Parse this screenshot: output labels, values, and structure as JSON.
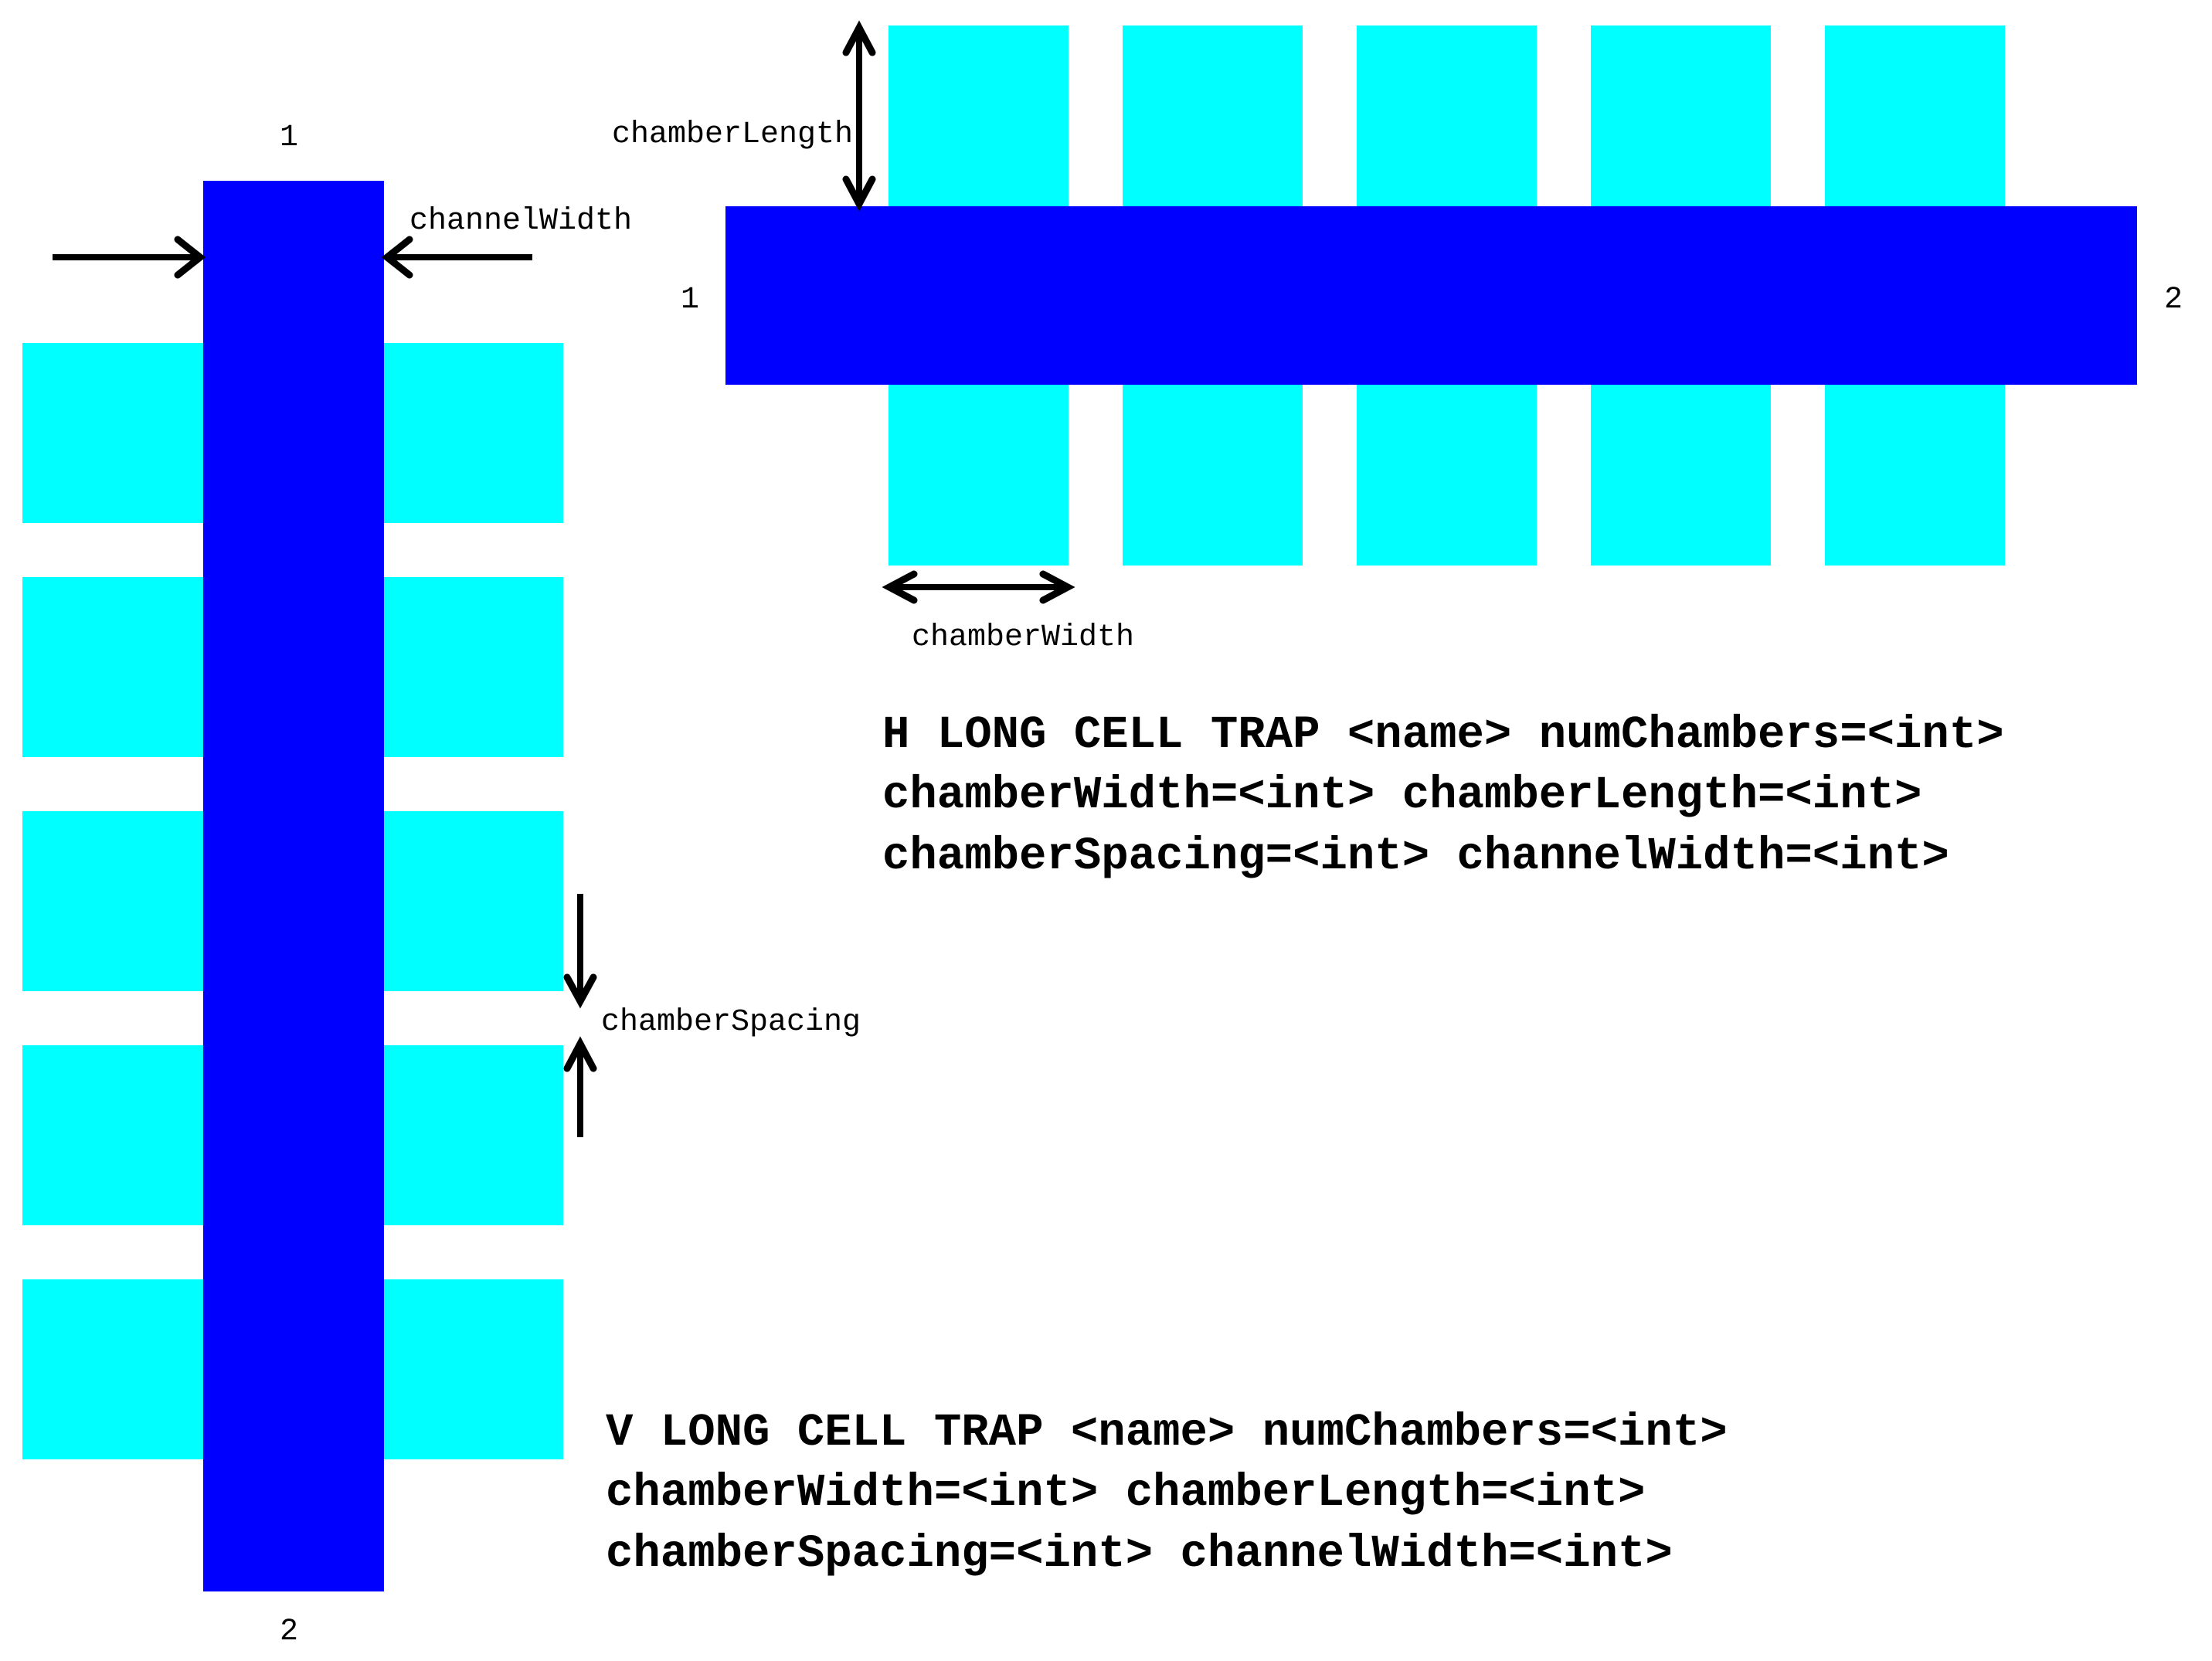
{
  "colors": {
    "channel": "#0000ff",
    "chamber": "#00ffff",
    "background": "#ffffff",
    "annotation": "#000000"
  },
  "vertical_trap": {
    "port_top": "1",
    "port_bottom": "2",
    "num_chambers_per_side": 5,
    "dimension_labels": {
      "channel_width": "channelWidth",
      "chamber_spacing": "chamberSpacing"
    },
    "command_lines": [
      "V LONG CELL TRAP <name> numChambers=<int>",
      "chamberWidth=<int> chamberLength=<int>",
      "chamberSpacing=<int> channelWidth=<int>"
    ]
  },
  "horizontal_trap": {
    "port_left": "1",
    "port_right": "2",
    "num_chambers_per_side": 5,
    "dimension_labels": {
      "chamber_length": "chamberLength",
      "chamber_width": "chamberWidth"
    },
    "command_lines": [
      "H LONG CELL TRAP <name> numChambers=<int>",
      "chamberWidth=<int> chamberLength=<int>",
      "chamberSpacing=<int> channelWidth=<int>"
    ]
  }
}
